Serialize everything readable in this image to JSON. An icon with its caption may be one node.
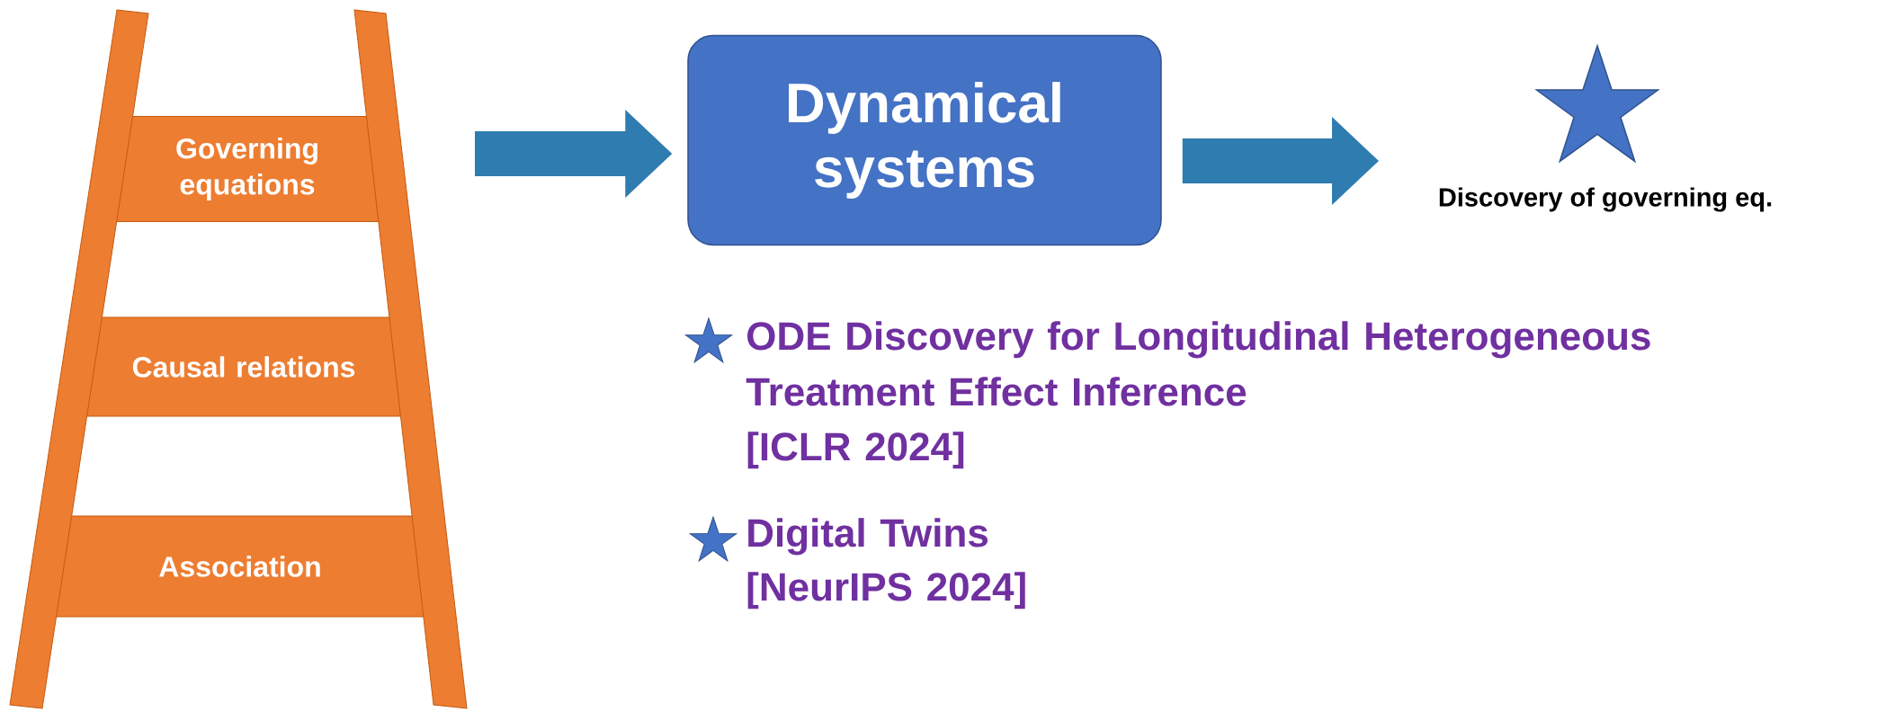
{
  "diagram": {
    "nodes": [
      {
        "text": [
          "Governing equations"
        ]
      },
      {
        "text": [
          "Causal relations"
        ]
      },
      {
        "text": [
          "Association"
        ]
      },
      {
        "text": [
          "Dynamical systems"
        ]
      },
      {
        "text": [],
        "shape": "star",
        "beside": [
          "Discovery of governing eq."
        ]
      }
    ],
    "edges": [
      {
        "from": null,
        "to": 3,
        "arrow": "to"
      },
      {
        "from": 3,
        "to": 4,
        "arrow": "to"
      }
    ],
    "labels": [
      "ODE Discovery for Longitudinal Heterogeneous Treatment Effect Inference",
      "[ICLR 2024]",
      "Digital Twins",
      "[NeurIPS 2024]"
    ]
  }
}
